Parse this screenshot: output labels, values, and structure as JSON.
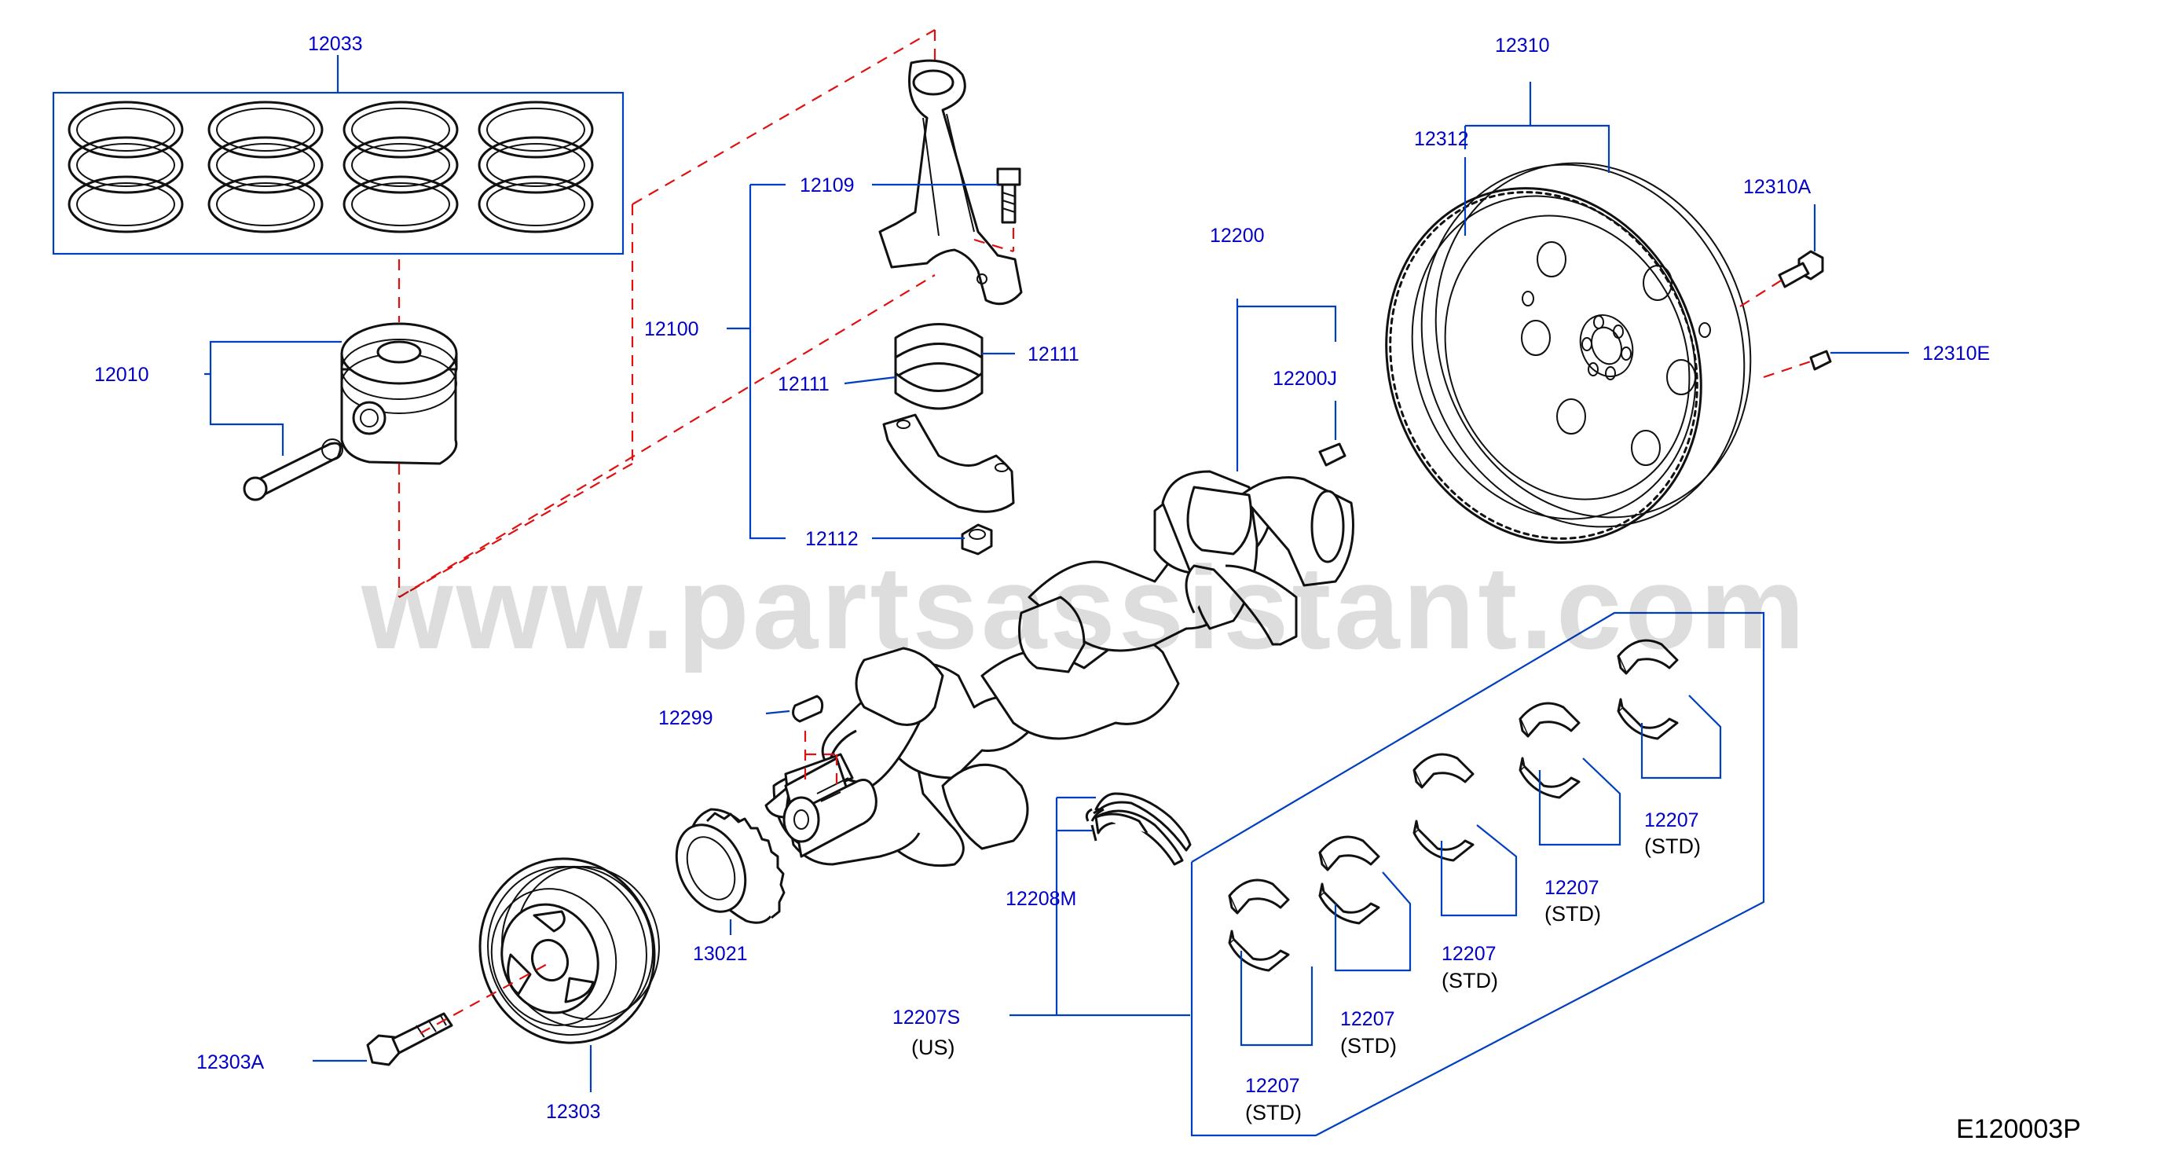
{
  "watermark": "www.partsassistant.com",
  "diagram_code": "E120003P",
  "labels": {
    "l12033": "12033",
    "l12010": "12010",
    "l12109": "12109",
    "l12100": "12100",
    "l12111a": "12111",
    "l12111b": "12111",
    "l12112": "12112",
    "l12200": "12200",
    "l12200J": "12200J",
    "l12310": "12310",
    "l12312": "12312",
    "l12310A": "12310A",
    "l12310E": "12310E",
    "l12299": "12299",
    "l13021": "13021",
    "l12303": "12303",
    "l12303A": "12303A",
    "l12208M": "12208M",
    "l12207S": "12207S",
    "l12207S_sub": "(US)",
    "l12207_1": "12207",
    "l12207_1_sub": "(STD)",
    "l12207_2": "12207",
    "l12207_2_sub": "(STD)",
    "l12207_3": "12207",
    "l12207_3_sub": "(STD)",
    "l12207_4": "12207",
    "l12207_4_sub": "(STD)",
    "l12207_5": "12207",
    "l12207_5_sub": "(STD)"
  },
  "colors": {
    "label": "#0000c8",
    "leader": "#003fbf",
    "phantom": "#e01010",
    "ink": "#111111"
  }
}
